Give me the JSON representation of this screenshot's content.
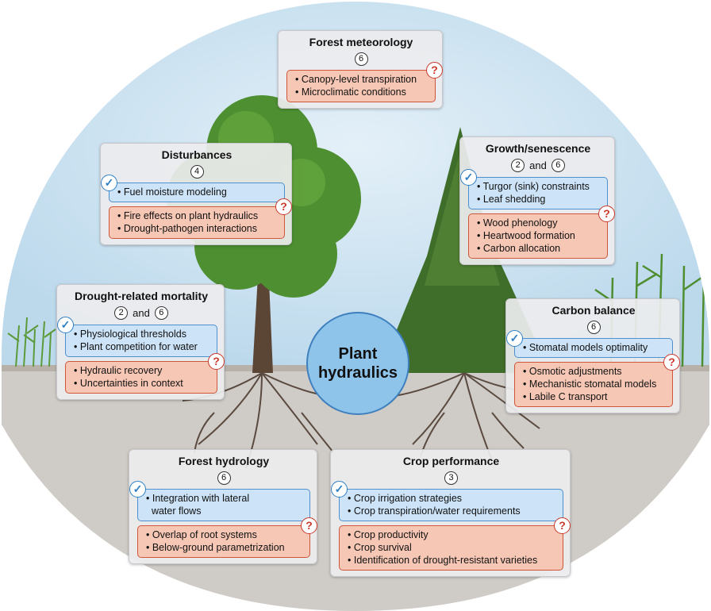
{
  "center": {
    "line1": "Plant",
    "line2": "hydraulics"
  },
  "panels": {
    "forest_meteorology": {
      "title": "Forest meteorology",
      "refs": [
        "6"
      ],
      "blue": [],
      "red": [
        "• Canopy-level transpiration",
        "• Microclimatic conditions"
      ]
    },
    "disturbances": {
      "title": "Disturbances",
      "refs": [
        "4"
      ],
      "blue": [
        "• Fuel moisture modeling"
      ],
      "red": [
        "• Fire effects on plant hydraulics",
        "• Drought-pathogen interactions"
      ]
    },
    "growth": {
      "title": "Growth/senescence",
      "refs": [
        "2",
        "6"
      ],
      "and": "and",
      "blue": [
        "• Turgor (sink) constraints",
        "• Leaf shedding"
      ],
      "red": [
        "• Wood phenology",
        "• Heartwood formation",
        "• Carbon allocation"
      ]
    },
    "mortality": {
      "title": "Drought-related mortality",
      "refs": [
        "2",
        "6"
      ],
      "and": "and",
      "blue": [
        "• Physiological thresholds",
        "• Plant competition for water"
      ],
      "red": [
        "• Hydraulic recovery",
        "• Uncertainties in context"
      ]
    },
    "carbon": {
      "title": "Carbon balance",
      "refs": [
        "6"
      ],
      "blue": [
        "• Stomatal models optimality"
      ],
      "red": [
        "• Osmotic adjustments",
        "• Mechanistic stomatal models",
        "• Labile C transport"
      ]
    },
    "hydrology": {
      "title": "Forest hydrology",
      "refs": [
        "6"
      ],
      "blue": [
        "• Integration with lateral",
        "  water flows"
      ],
      "red": [
        "• Overlap of root systems",
        "• Below-ground parametrization"
      ]
    },
    "crop": {
      "title": "Crop performance",
      "refs": [
        "3"
      ],
      "blue": [
        "• Crop irrigation strategies",
        "• Crop transpiration/water requirements"
      ],
      "red": [
        "• Crop productivity",
        "• Crop survival",
        "• Identification of drought-resistant varieties"
      ]
    }
  },
  "marks": {
    "check": "✓",
    "question": "?"
  },
  "colors": {
    "sky": "#cfe4f2",
    "soil": "#cfcbc6",
    "roots": "#5a4a40",
    "tree_left": "#4a8a2e",
    "tree_right": "#3f6e2a",
    "center_fill": "#8ec3ea",
    "blue_box": "#cde3f7",
    "red_box": "#f6c7b5"
  }
}
